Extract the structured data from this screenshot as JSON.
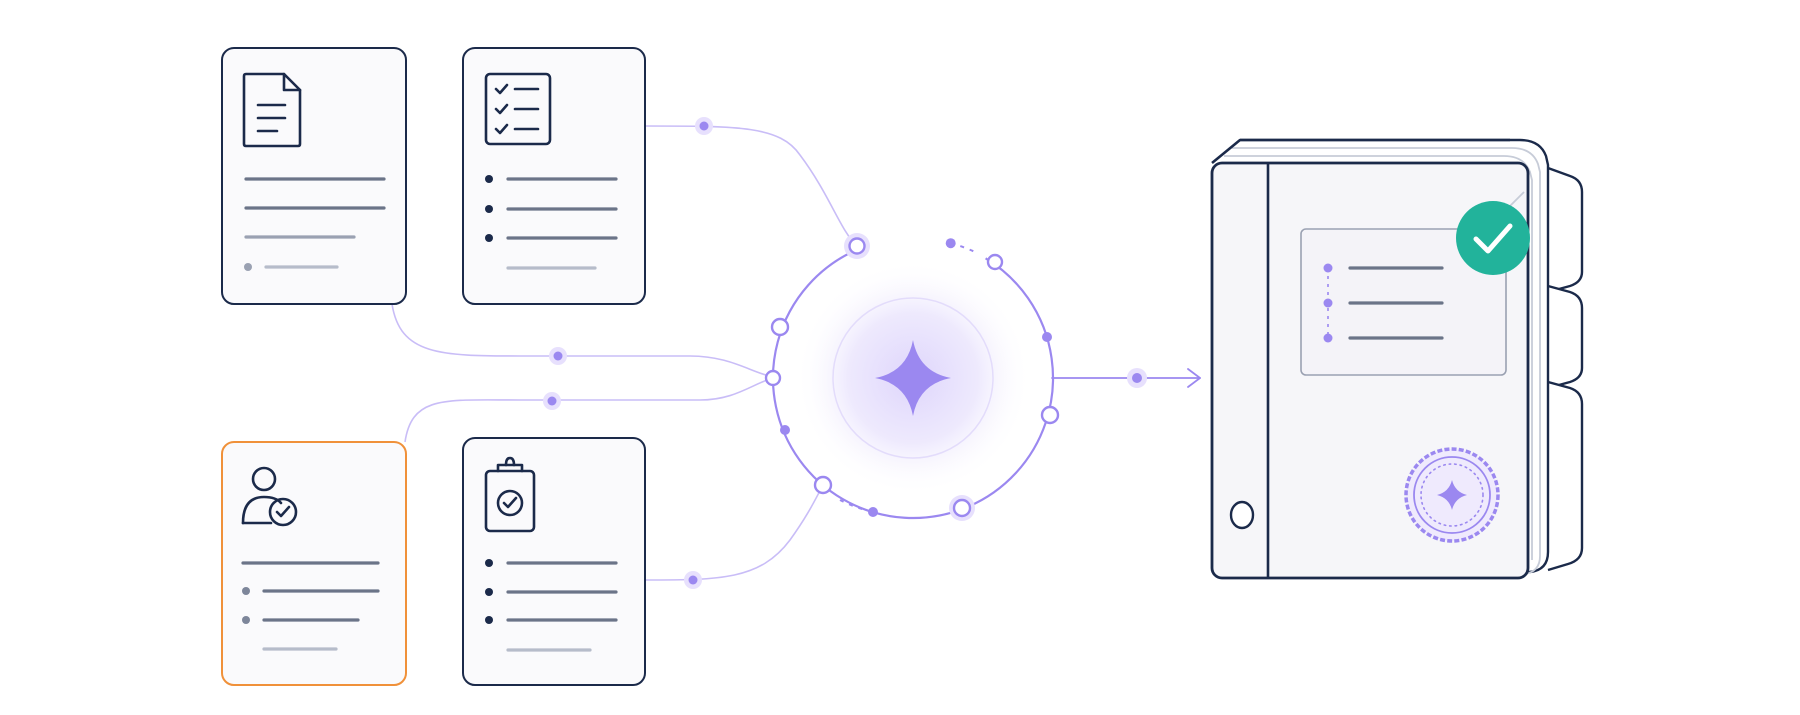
{
  "colors": {
    "ink": "#1b2a4a",
    "line_dark": "#6b7488",
    "line_light": "#b6bcca",
    "card_fill": "#fafafc",
    "card_highlight_border": "#f0913a",
    "accent": "#9b88f0",
    "accent_soft": "#c9bdf7",
    "glow": "#e7e0fd",
    "success": "#22b39b",
    "binder_fill": "#f6f6f9"
  },
  "cards": [
    {
      "id": "document",
      "icon": "document-icon",
      "highlighted": false
    },
    {
      "id": "checklist",
      "icon": "checklist-icon",
      "highlighted": false
    },
    {
      "id": "verified-user",
      "icon": "user-check-icon",
      "highlighted": true
    },
    {
      "id": "clipboard",
      "icon": "clipboard-check-icon",
      "highlighted": false
    }
  ],
  "hub": {
    "icon": "sparkle-icon"
  },
  "output": {
    "icon": "binder-icon",
    "status_icon": "checkmark-icon",
    "seal_icon": "seal-icon"
  }
}
